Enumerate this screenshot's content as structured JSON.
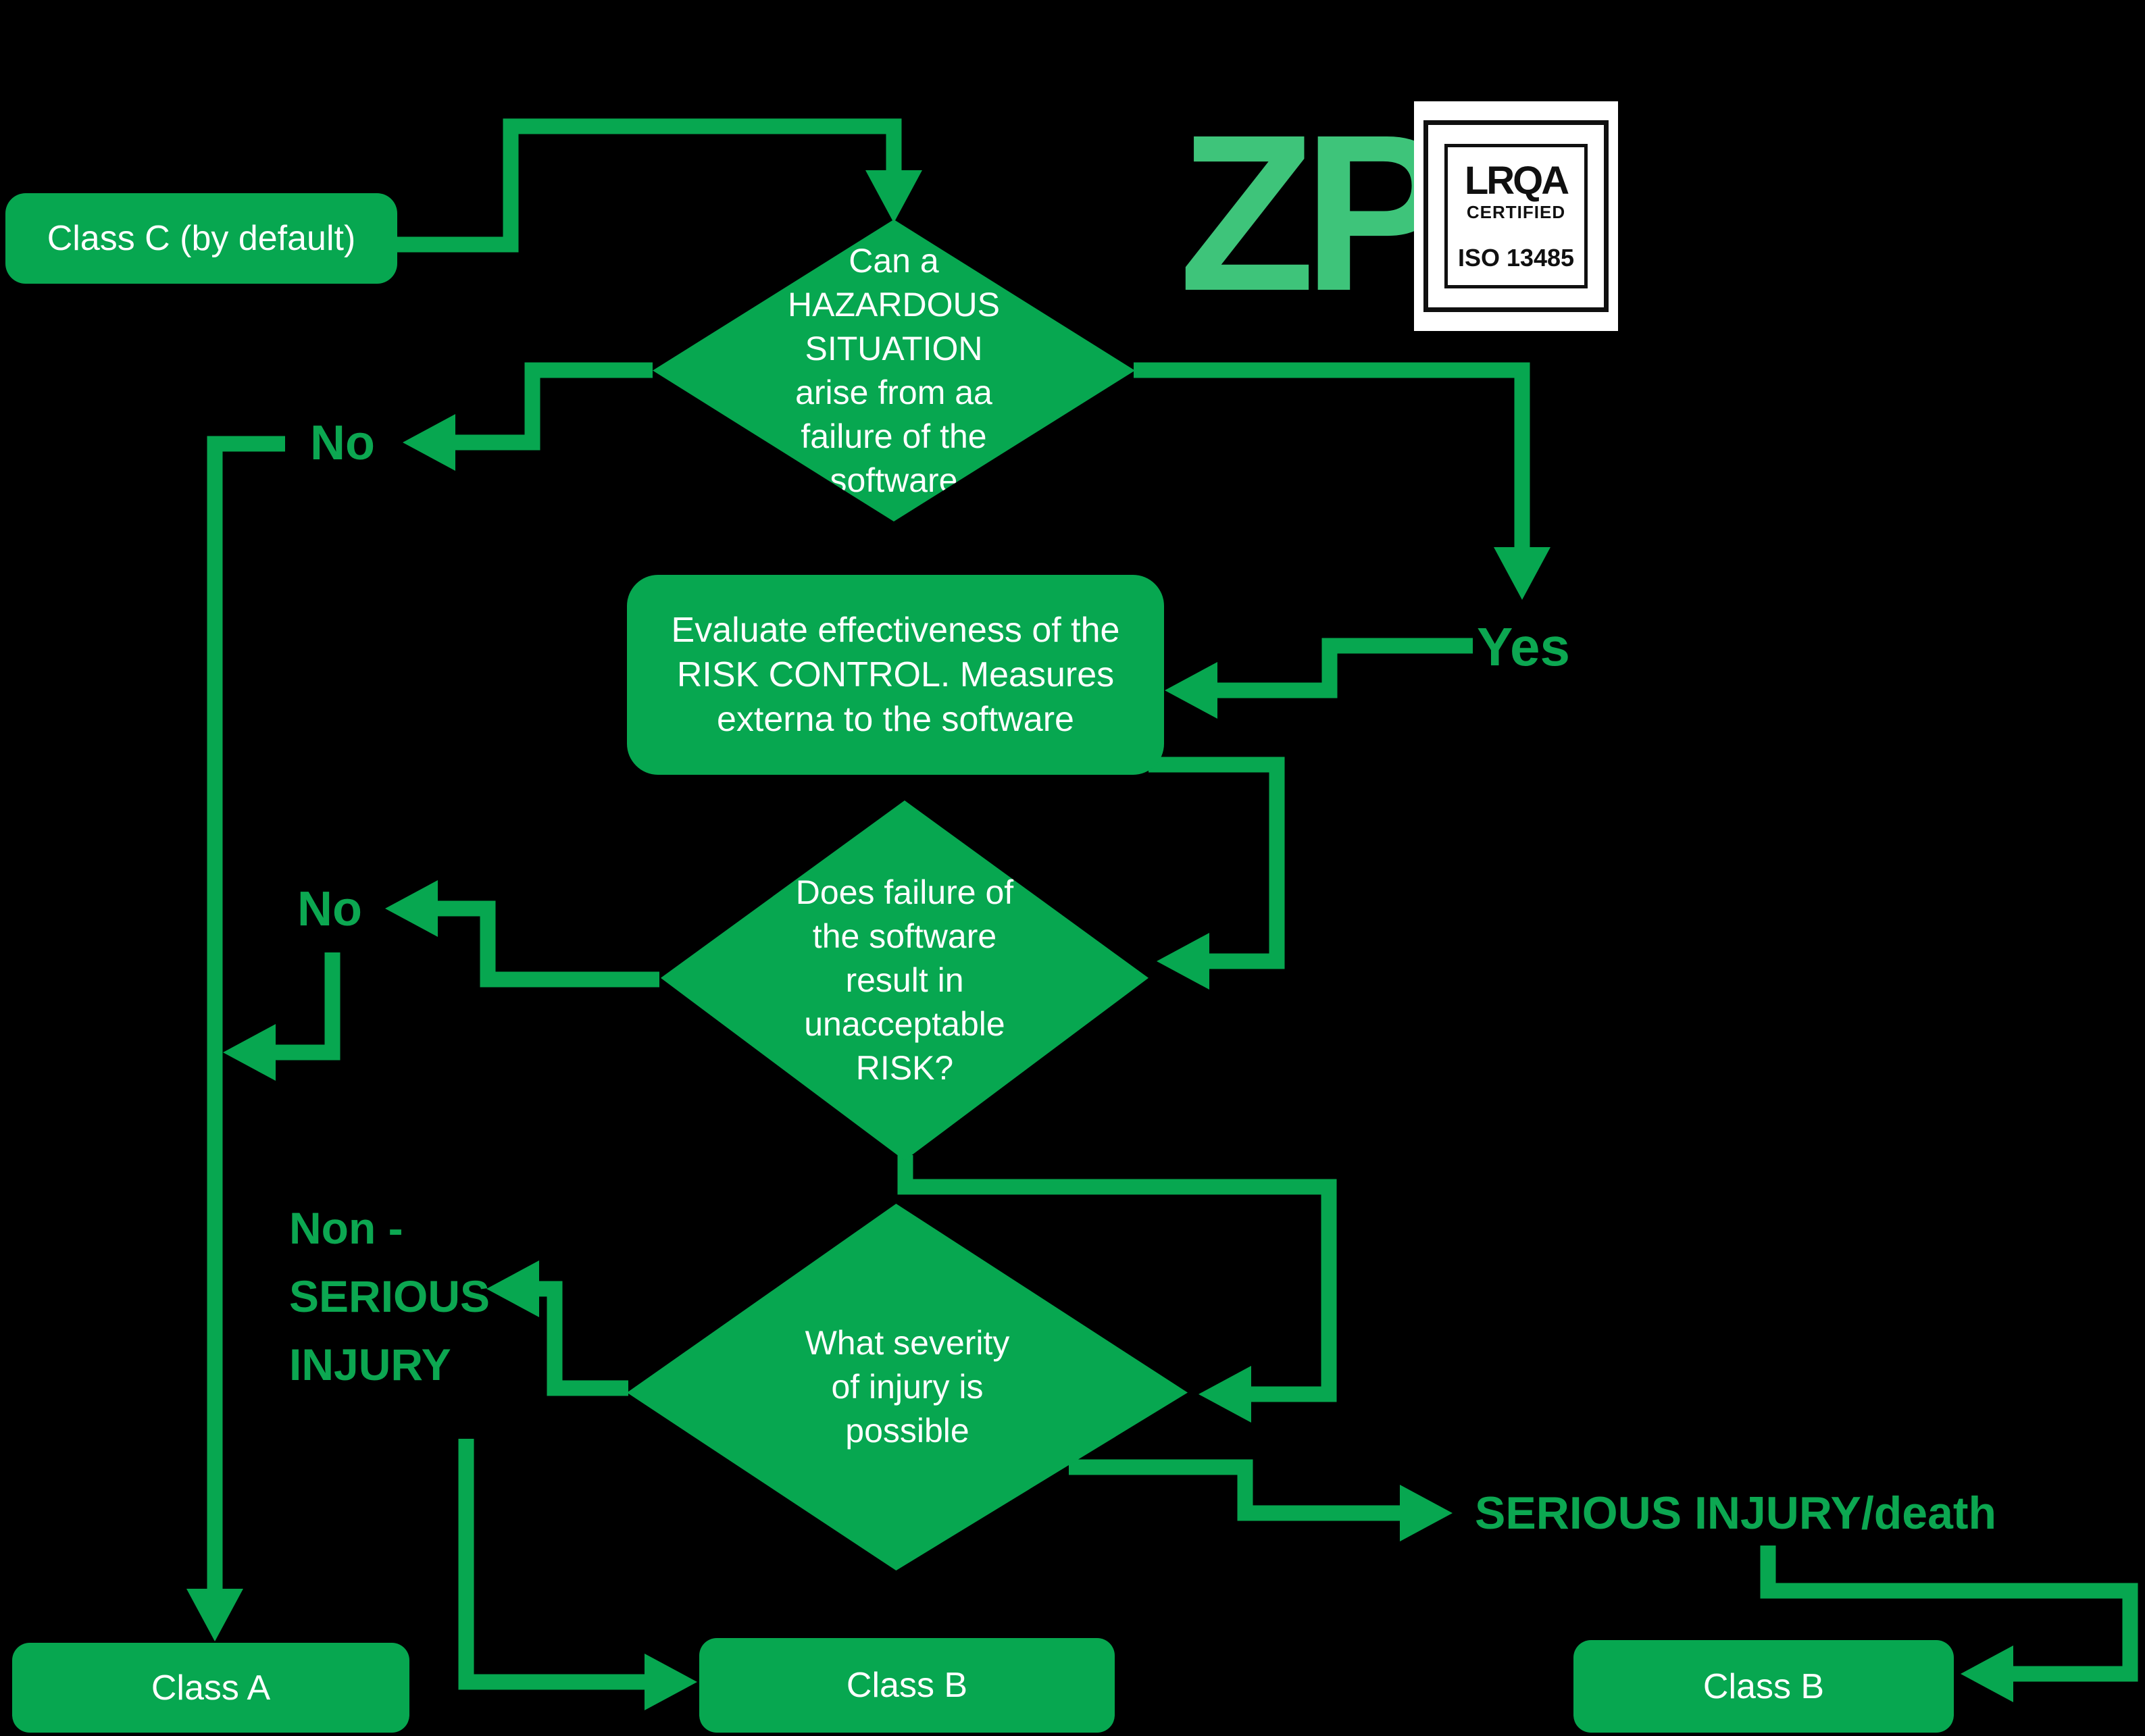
{
  "palette": {
    "background": "#000000",
    "shape_green": "#07a750",
    "label_green": "#0ca751",
    "logo_green": "#3ec47a",
    "text_white": "#ffffff",
    "badge_black": "#101010",
    "badge_white": "#ffffff"
  },
  "logo": {
    "zp_text": "ZP"
  },
  "badge": {
    "brand": "LRQA",
    "certified": "CERTIFIED",
    "standard": "ISO 13485"
  },
  "nodes": {
    "class_c": {
      "label": "Class C (by default)"
    },
    "hazard_diamond": {
      "label": "Can a\nHAZARDOUS\nSITUATION\narise from aa\nfailure of the\nsoftware"
    },
    "evaluate_box": {
      "label": "Evaluate effectiveness of the\nRISK CONTROL. Measures\nexterna to the software"
    },
    "risk_diamond": {
      "label": "Does failure of\nthe software\nresult in\nunacceptable\nRISK?"
    },
    "severity_diamond": {
      "label": "What severity\nof injury is\npossible"
    },
    "class_a": {
      "label": "Class A"
    },
    "class_b_middle": {
      "label": "Class B"
    },
    "class_b_right": {
      "label": "Class B"
    }
  },
  "edge_labels": {
    "no_top": "No",
    "no_middle": "No",
    "yes": "Yes",
    "non_serious": "Non -\nSERIOUS\nINJURY",
    "serious": "SERIOUS INJURY/death"
  }
}
